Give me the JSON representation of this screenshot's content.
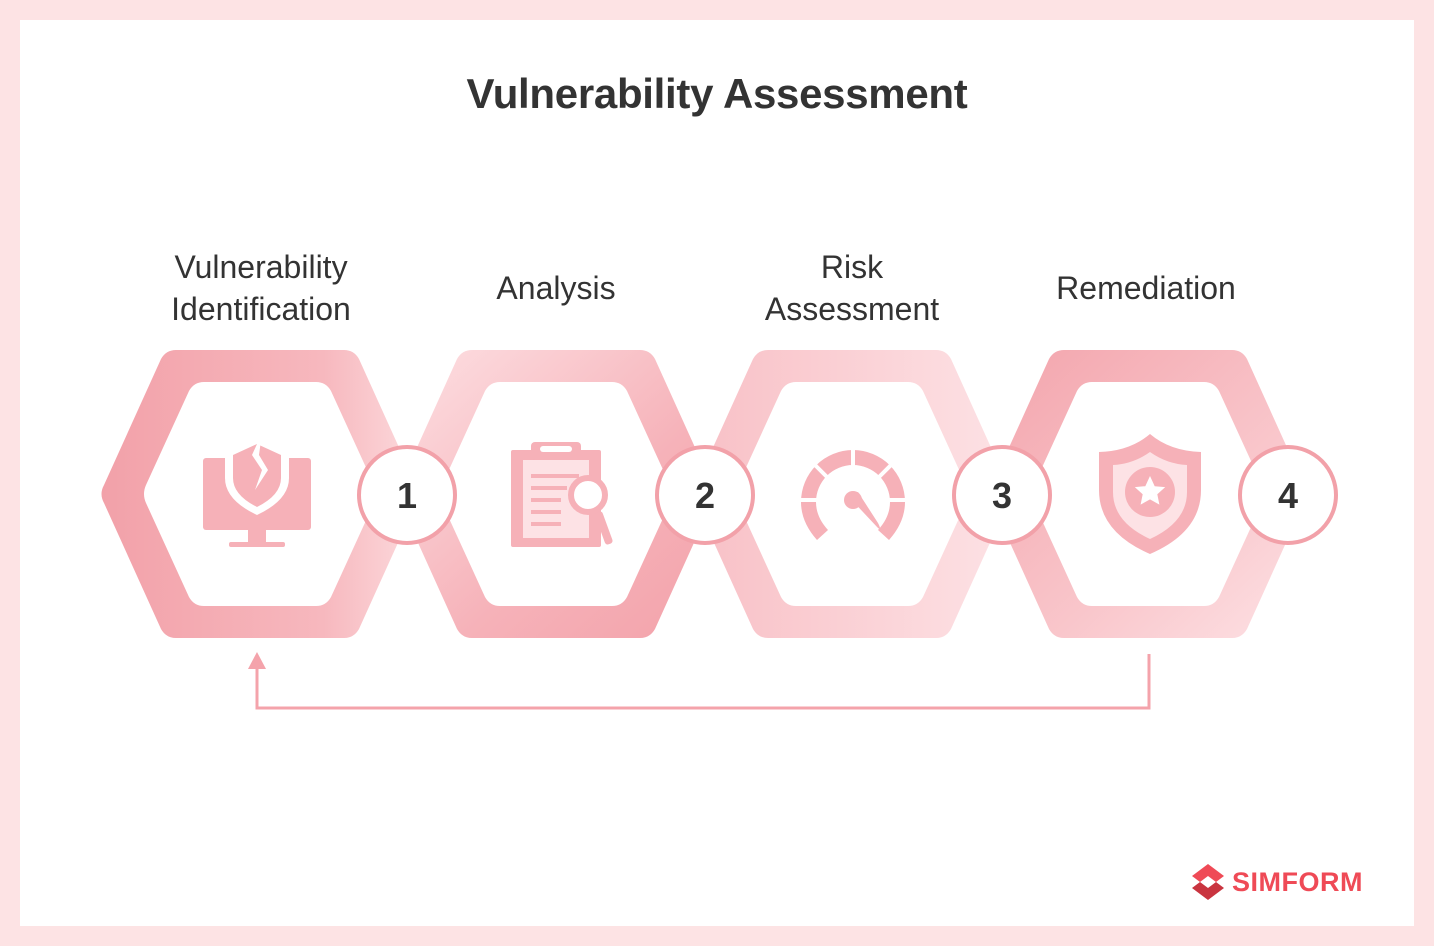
{
  "title": "Vulnerability Assessment",
  "steps": [
    {
      "label_line1": "Vulnerability",
      "label_line2": "Identification",
      "number": "1",
      "icon": "monitor-shield-icon"
    },
    {
      "label_line1": "Analysis",
      "label_line2": "",
      "number": "2",
      "icon": "clipboard-search-icon"
    },
    {
      "label_line1": "Risk",
      "label_line2": "Assessment",
      "number": "3",
      "icon": "gauge-icon"
    },
    {
      "label_line1": "Remediation",
      "label_line2": "",
      "number": "4",
      "icon": "shield-star-icon"
    }
  ],
  "feedback_arrow": "loop-back-arrow",
  "brand": {
    "name": "SIMFORM",
    "color": "#ef4a56"
  },
  "colors": {
    "accent": "#f4a3ab",
    "accent_light": "#fbd6da",
    "background": "#fde3e4",
    "text": "#333333"
  }
}
